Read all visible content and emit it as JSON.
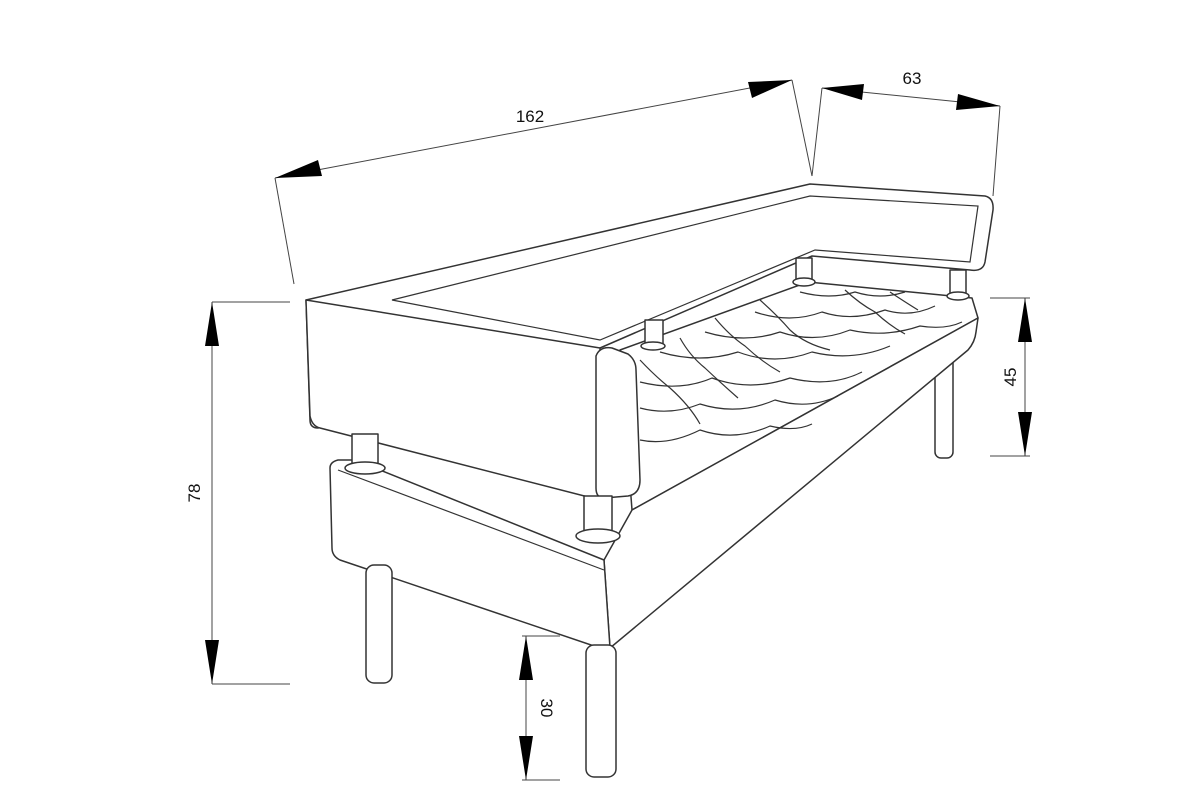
{
  "diagram": {
    "subject": "sofa-with-armrest-dimension-drawing",
    "colors": {
      "background": "#ffffff",
      "line": "#333333",
      "arrow": "#000000"
    },
    "dimensions": {
      "length": "162",
      "depth": "63",
      "total_height": "78",
      "seat_height": "45",
      "leg_height": "30"
    }
  }
}
